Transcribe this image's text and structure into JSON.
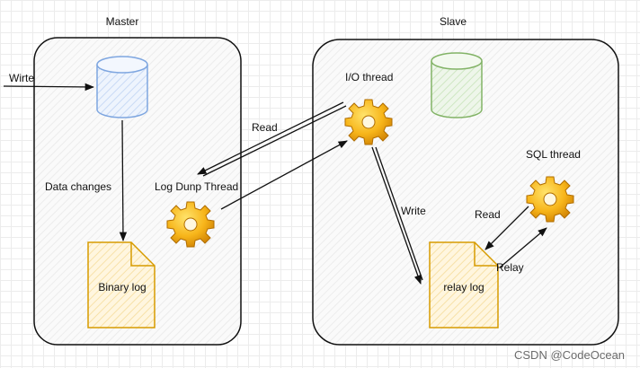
{
  "diagram": {
    "master": {
      "title": "Master"
    },
    "slave": {
      "title": "Slave"
    },
    "labels": {
      "write_in": "Wirte",
      "data_changes": "Data changes",
      "binary_log": "Binary log",
      "log_dump_thread": "Log Dunp Thread",
      "io_thread": "I/O thread",
      "read_io": "Read",
      "write_relay": "Write",
      "sql_thread": "SQL thread",
      "read_sql": "Read",
      "relay": "Relay",
      "relay_log": "relay log"
    },
    "watermark": "CSDN @CodeOcean",
    "colors": {
      "master_db": "#7ea6e0",
      "slave_db": "#82b366",
      "doc": "#d79b00",
      "gear": "#f0a30a",
      "line": "#111111"
    }
  }
}
